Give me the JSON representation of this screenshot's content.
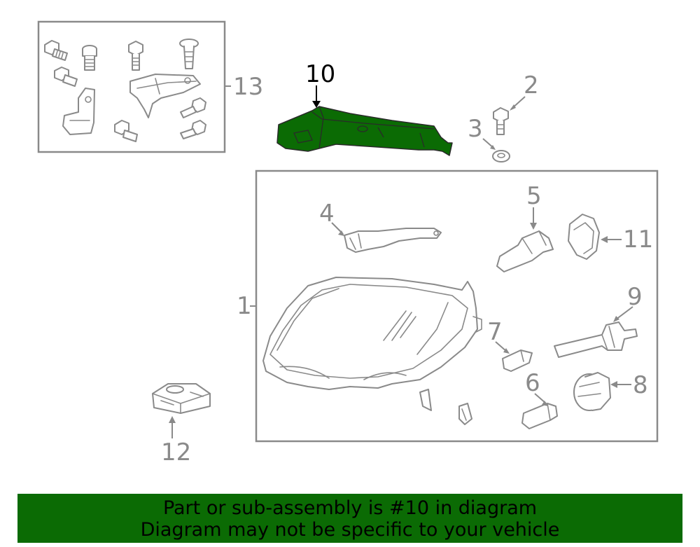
{
  "diagram": {
    "highlight_part": "10",
    "highlight_color": "#0b6b04",
    "callouts": {
      "c1": "1",
      "c2": "2",
      "c3": "3",
      "c4": "4",
      "c5": "5",
      "c6": "6",
      "c7": "7",
      "c8": "8",
      "c9": "9",
      "c10": "10",
      "c11": "11",
      "c12": "12",
      "c13": "13"
    }
  },
  "banner": {
    "line1": "Part or sub-assembly is #10 in diagram",
    "line2": "Diagram may not be specific to your vehicle",
    "background": "#0b6b04"
  }
}
